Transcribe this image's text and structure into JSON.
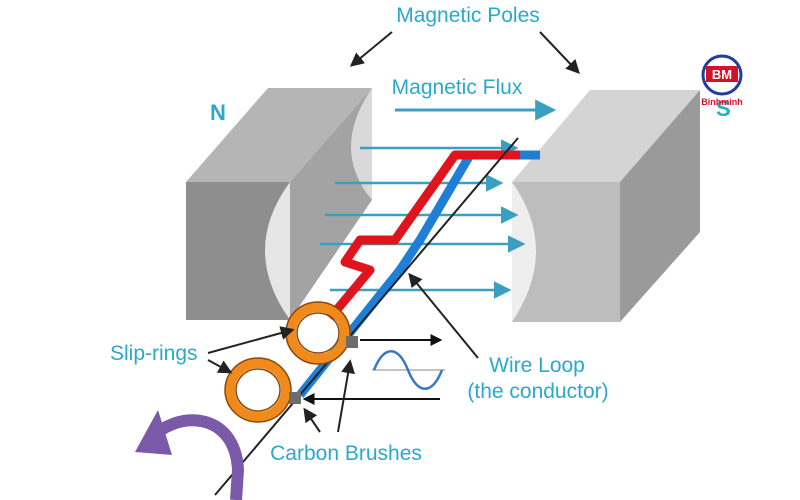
{
  "labels": {
    "magnetic_poles": "Magnetic Poles",
    "magnetic_flux": "Magnetic Flux",
    "pole_north": "N",
    "pole_south": "S",
    "slip_rings": "Slip-rings",
    "wire_loop_line1": "Wire Loop",
    "wire_loop_line2": "(the conductor)",
    "carbon_brushes": "Carbon Brushes"
  },
  "logo": {
    "initials": "BM",
    "name": "Binhminh"
  },
  "colors": {
    "label": "#2aa9c9",
    "flux_arrow": "#3a9fc0",
    "wire_red": "#e0141c",
    "wire_blue": "#1f7fd6",
    "slip_ring": "#f08a1c",
    "rotation_arrow": "#7a5aa8",
    "magnet_north": "#8e8e8e",
    "magnet_south": "#bdbdbd"
  }
}
